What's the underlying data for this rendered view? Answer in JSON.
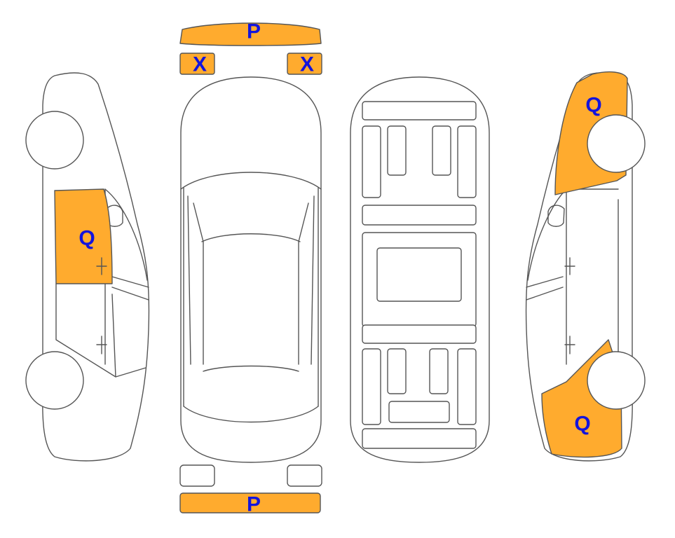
{
  "colors": {
    "damage_fill": "#FFAB2E",
    "label_text": "#1414DC",
    "outline": "#555555",
    "background": "#FFFFFF"
  },
  "markers": {
    "front_bumper": "P",
    "left_headlight": "X",
    "right_headlight": "X",
    "rear_bumper": "P",
    "left_view_front_door": "Q",
    "right_view_front_fender": "Q",
    "right_view_rear_quarter": "Q"
  }
}
